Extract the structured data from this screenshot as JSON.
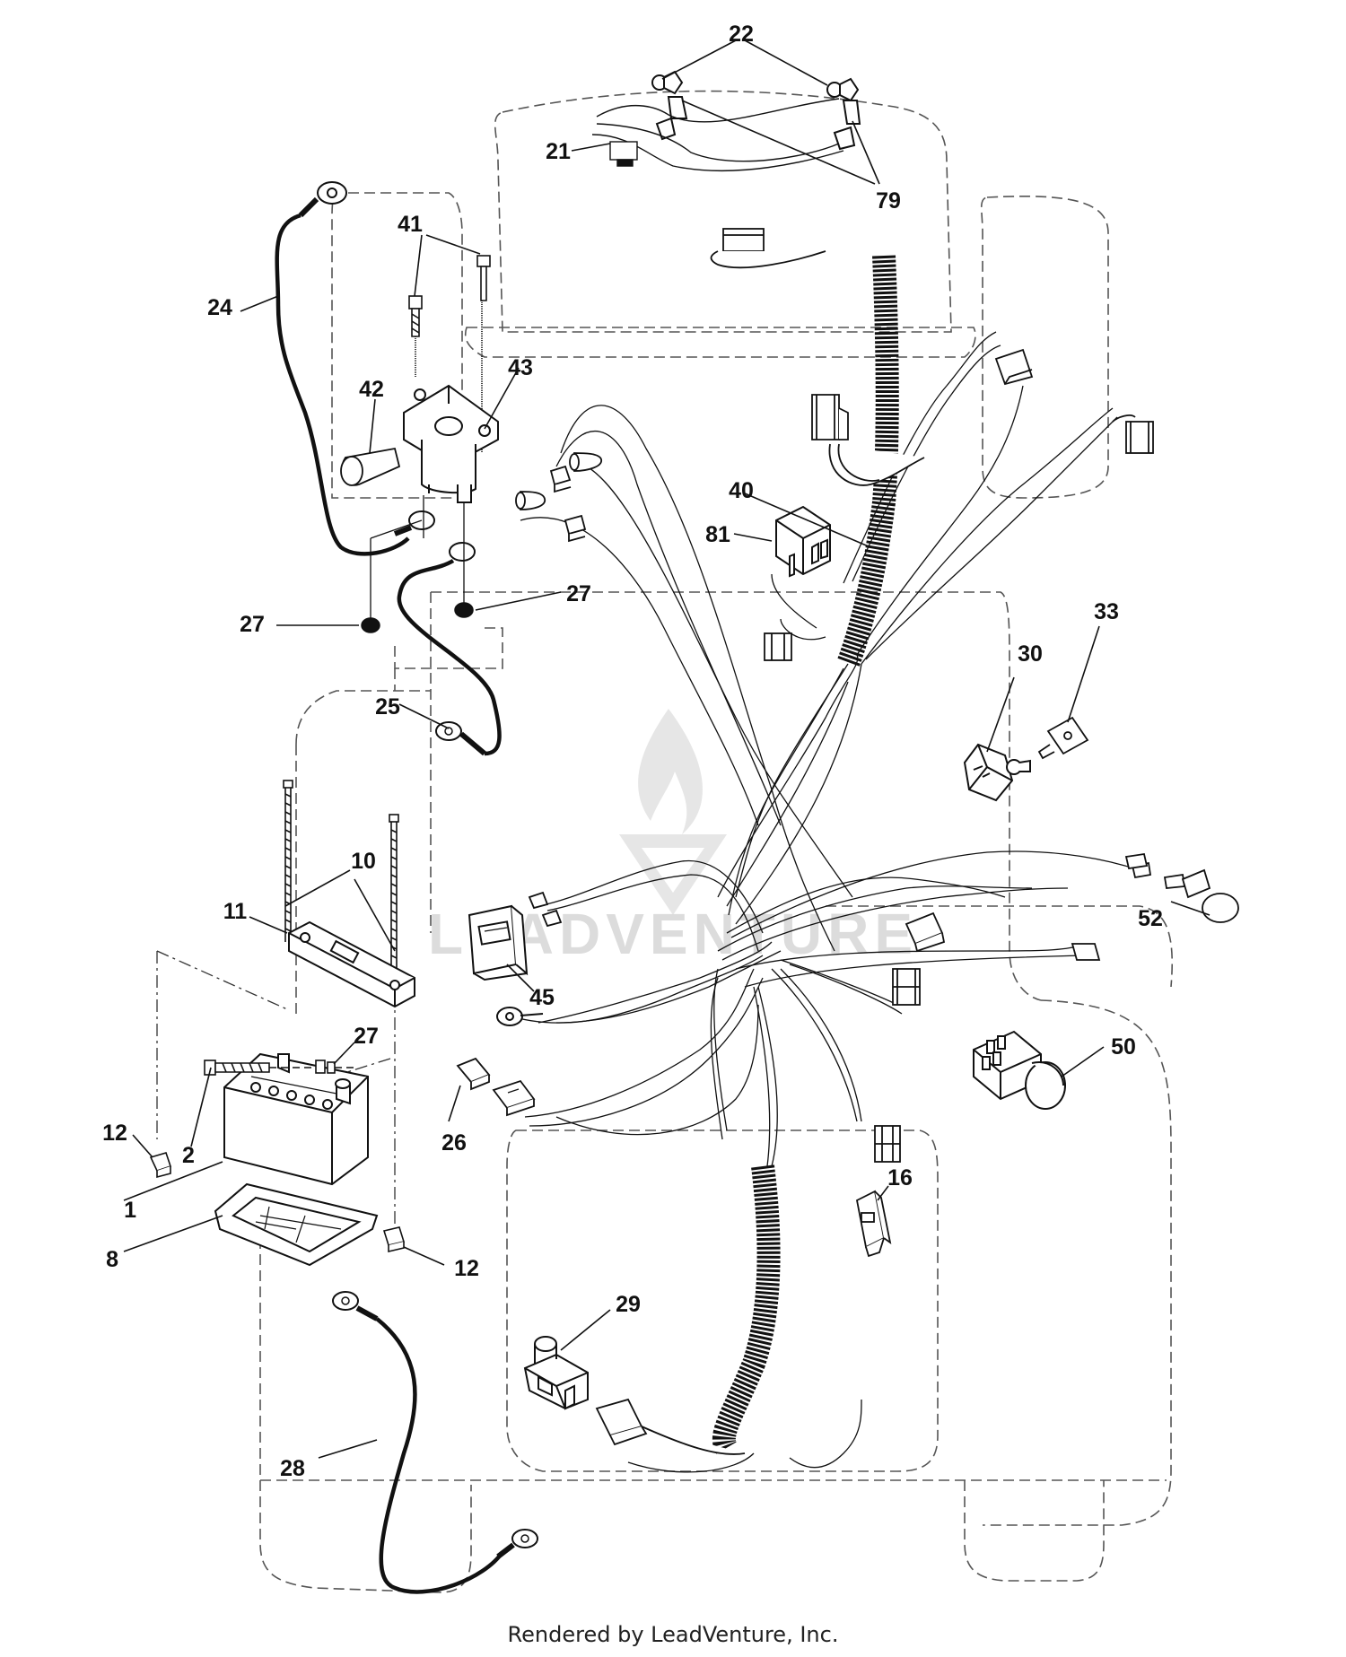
{
  "footer": "Rendered by LeadVenture, Inc.",
  "watermark": "LEADVENTURE",
  "colors": {
    "ink": "#111111",
    "dash": "#555555",
    "watermark": "#dcdcdc",
    "background": "#ffffff"
  },
  "part_labels": [
    "1",
    "2",
    "8",
    "10",
    "11",
    "12",
    "12",
    "16",
    "21",
    "22",
    "24",
    "25",
    "26",
    "27",
    "27",
    "27",
    "28",
    "29",
    "30",
    "33",
    "40",
    "41",
    "42",
    "43",
    "45",
    "50",
    "52",
    "79",
    "81"
  ]
}
